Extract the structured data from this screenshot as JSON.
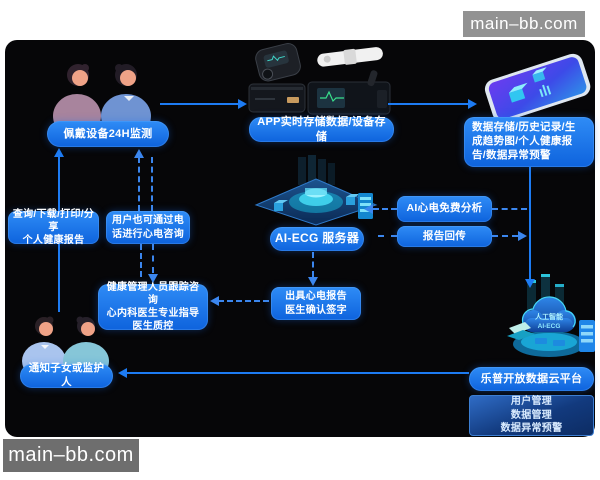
{
  "watermarks": {
    "top": "main–bb.com",
    "bottom": "main–bb.com"
  },
  "nodes": {
    "wear_monitor": {
      "label": "佩戴设备24H监测"
    },
    "app_storage": {
      "label": "APP实时存储数据/设备存储"
    },
    "data_storage": {
      "label": "数据存储/历史记录/生成趋势图/个人健康报告/数据异常预警"
    },
    "query_report": {
      "lines": [
        "查询/下载/打印/分享",
        "个人健康报告"
      ]
    },
    "phone_consult": {
      "lines": [
        "用户也可通过电",
        "话进行心电咨询"
      ]
    },
    "ai_server": {
      "label": "AI-ECG 服务器"
    },
    "ai_analysis": {
      "label": "AI心电免费分析"
    },
    "report_return": {
      "label": "报告回传"
    },
    "ecg_report": {
      "lines": [
        "出具心电报告",
        "医生确认签字"
      ]
    },
    "health_manager": {
      "lines": [
        "健康管理人员跟踪咨询",
        "心内科医生专业指导",
        "医生质控"
      ]
    },
    "notify_family": {
      "label": "通知子女或监护人"
    },
    "cloud_platform": {
      "label": "乐普开放数据云平台"
    },
    "platform_functions": {
      "lines": [
        "用户管理",
        "数据管理",
        "数据异常预警"
      ]
    },
    "cloud_ai_label": {
      "lines": [
        "人工智能",
        "AI-ECG"
      ]
    }
  },
  "colors": {
    "node_blue": "#1478f0",
    "accent_cyan": "#35d6f4",
    "canvas_black": "#060608",
    "watermark_gray_top": "#929292",
    "watermark_gray_bottom": "#6e6e6e"
  }
}
